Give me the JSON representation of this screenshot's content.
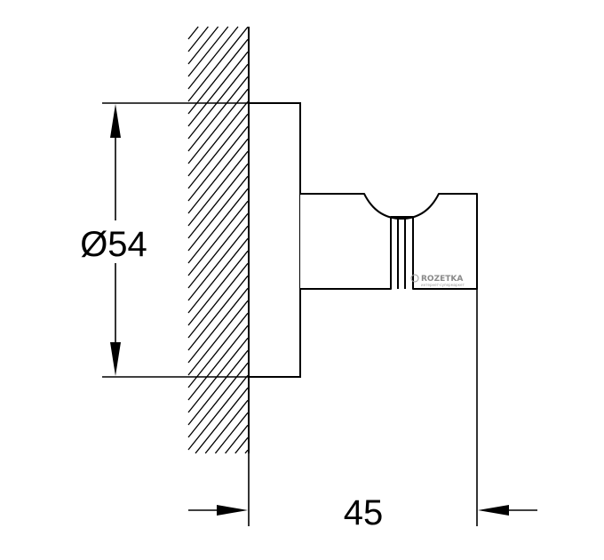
{
  "dimensions": {
    "diameter_label": "Ø54",
    "depth_label": "45"
  },
  "watermark": {
    "brand": "ROZETKA",
    "tagline": "интернет-супермаркет"
  },
  "colors": {
    "line": "#000000",
    "background": "#ffffff",
    "watermark": "#8a8a8a"
  }
}
